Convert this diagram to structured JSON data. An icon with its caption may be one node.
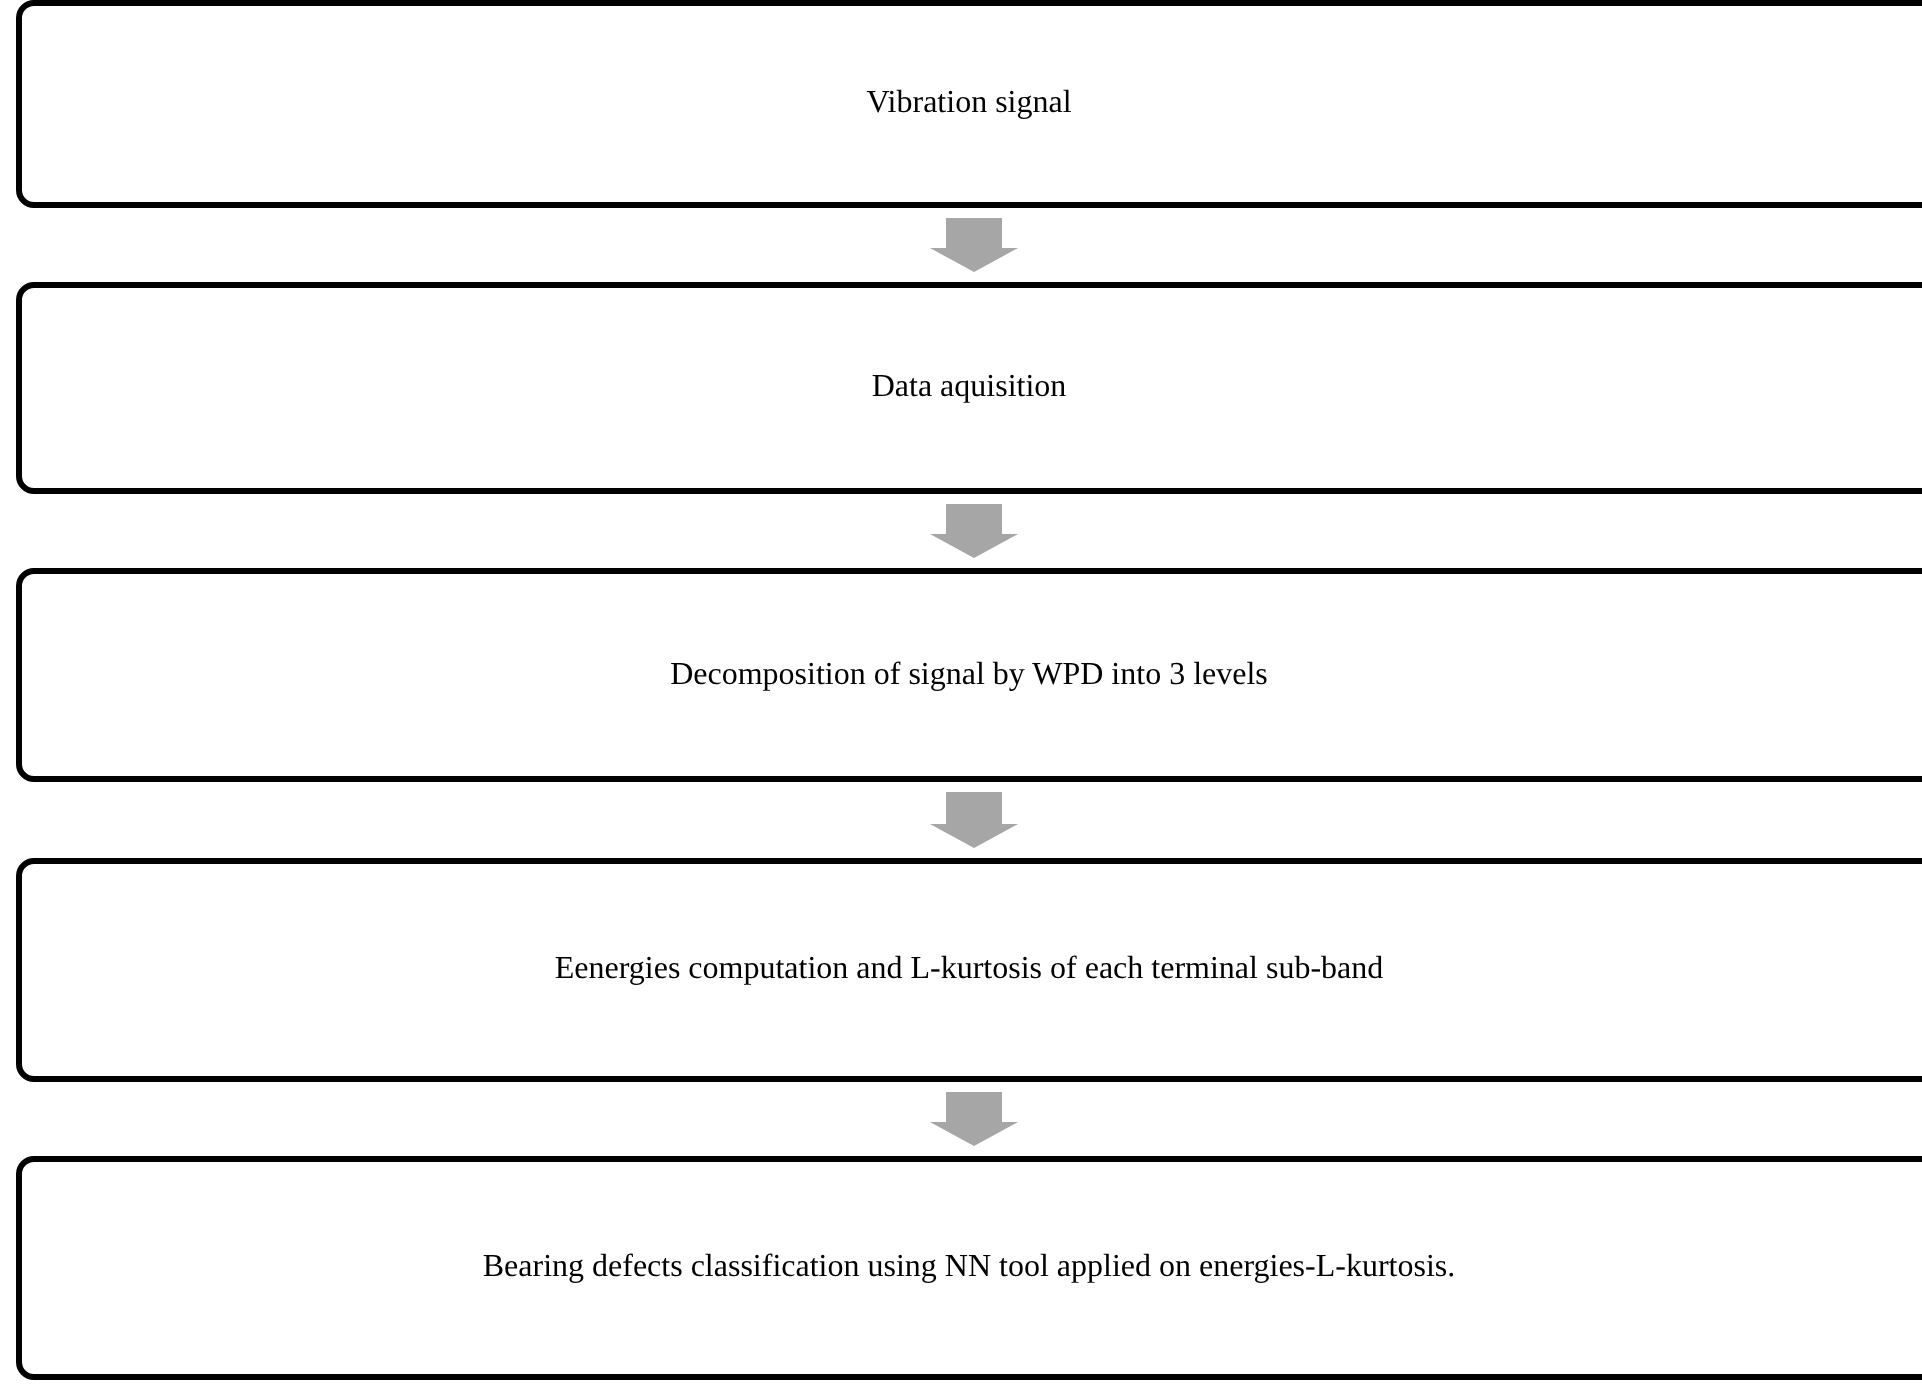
{
  "diagram": {
    "nodes": [
      {
        "text": [
          "Vibration signal"
        ]
      },
      {
        "text": [
          "Data aquisition"
        ]
      },
      {
        "text": [
          "Decomposition of signal by WPD into 3 levels"
        ]
      },
      {
        "text": [
          "Eenergies computation and L-kurtosis of each terminal sub-band"
        ]
      },
      {
        "text": [
          "Bearing defects classification using NN tool applied on energies-L-kurtosis."
        ]
      }
    ],
    "edges": [
      {
        "from": 0,
        "to": 1,
        "arrow": "to"
      },
      {
        "from": 1,
        "to": 2,
        "arrow": "to"
      },
      {
        "from": 2,
        "to": 3,
        "arrow": "to"
      },
      {
        "from": 3,
        "to": 4,
        "arrow": "to"
      }
    ]
  }
}
